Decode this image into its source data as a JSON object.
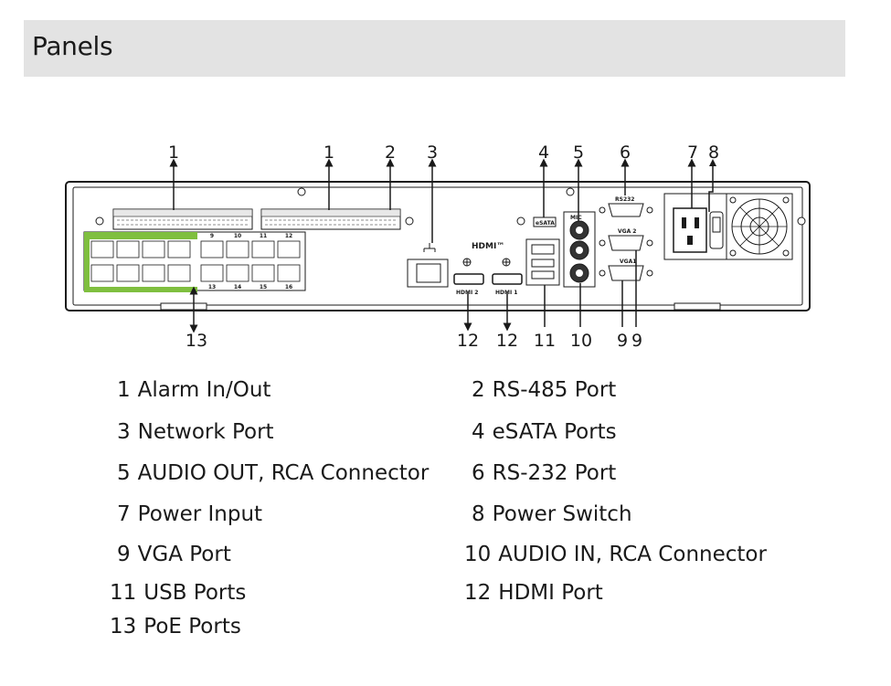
{
  "header": {
    "title": "Panels"
  },
  "callouts": [
    "1",
    "1",
    "2",
    "3",
    "4",
    "5",
    "6",
    "7",
    "8",
    "13",
    "12",
    "12",
    "11",
    "10",
    "9",
    "9"
  ],
  "panel_labels": {
    "hdmi_logo": "HDMI™",
    "hdmi2": "HDMI 2",
    "hdmi1": "HDMI 1",
    "esata": "eSATA",
    "mic": "MIC",
    "rs232": "RS232",
    "vga2": "VGA 2",
    "vga1": "VGA1",
    "poe_numbers": [
      "9",
      "10",
      "11",
      "12",
      "13",
      "14",
      "15",
      "16"
    ]
  },
  "legend": [
    {
      "num": "1",
      "label": "Alarm In/Out"
    },
    {
      "num": "2",
      "label": "RS-485 Port"
    },
    {
      "num": "3",
      "label": "Network Port"
    },
    {
      "num": "4",
      "label": "eSATA Ports"
    },
    {
      "num": "5",
      "label": "AUDIO OUT, RCA Connector"
    },
    {
      "num": "6",
      "label": "RS-232 Port"
    },
    {
      "num": "7",
      "label": "Power Input"
    },
    {
      "num": "8",
      "label": "Power Switch"
    },
    {
      "num": "9",
      "label": "VGA Port"
    },
    {
      "num": "10",
      "label": "AUDIO IN, RCA Connector"
    },
    {
      "num": "11",
      "label": "USB Ports"
    },
    {
      "num": "12",
      "label": "HDMI Port"
    },
    {
      "num": "13",
      "label": "PoE Ports"
    }
  ]
}
